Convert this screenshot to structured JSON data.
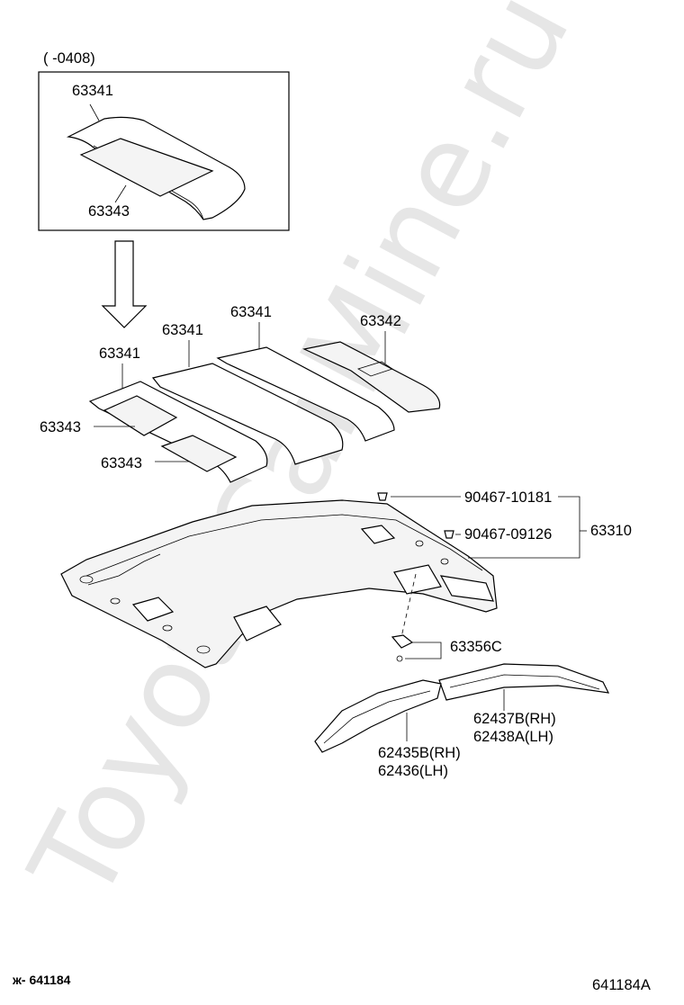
{
  "watermark": "ToyotaCarMine.ru",
  "inset": {
    "range": "(    -0408)",
    "label_pad": "63341",
    "label_sheet": "63343"
  },
  "pads": {
    "label_front": "63341",
    "label_mid": "63341",
    "label_rear": "63341",
    "label_rear_panel": "63342",
    "label_sheet_a": "63343",
    "label_sheet_b": "63343"
  },
  "headliner": {
    "clip_a": "90467-10181",
    "clip_b": "90467-09126",
    "assembly": "63310",
    "holder": "63356C"
  },
  "side_pads": {
    "rear_rh": "62437B(RH)",
    "rear_lh": "62438A(LH)",
    "front_rh": "62435B(RH)",
    "front_lh": "62436(LH)"
  },
  "footer": {
    "left_code": "ж- 641184",
    "right_code": "641184A"
  }
}
